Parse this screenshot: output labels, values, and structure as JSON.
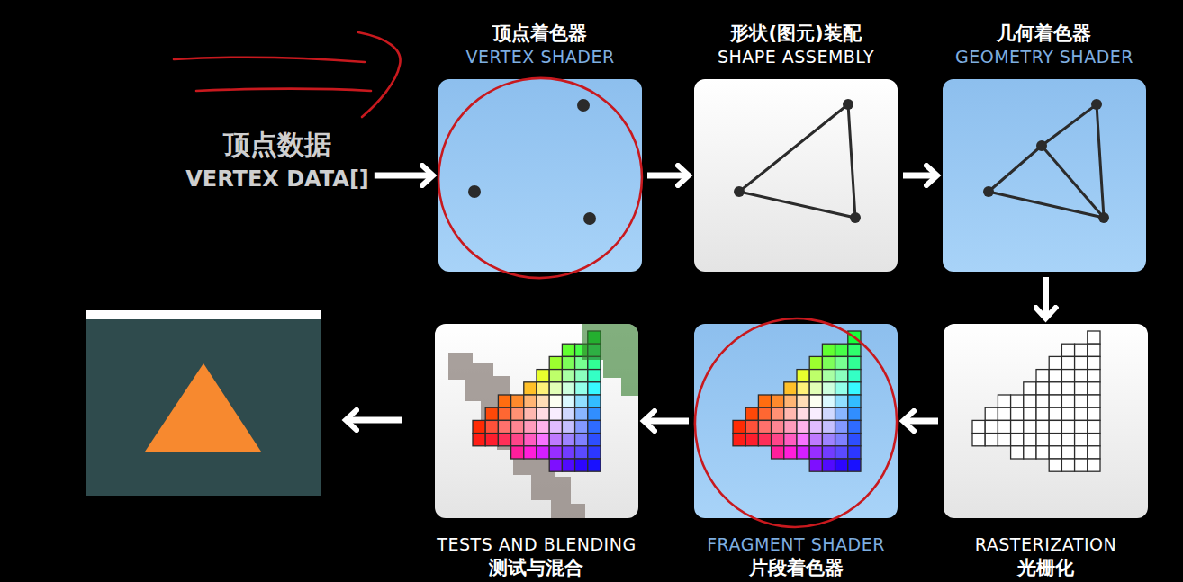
{
  "diagram": {
    "nodes": [
      {
        "text": [
          "顶点数据",
          "VERTEX DATA[]"
        ]
      },
      {
        "text": [
          "顶点着色器",
          "VERTEX SHADER"
        ]
      },
      {
        "text": [
          "形状(图元)装配",
          "SHAPE ASSEMBLY"
        ]
      },
      {
        "text": [
          "几何着色器",
          "GEOMETRY SHADER"
        ]
      },
      {
        "text": [
          "RASTERIZATION",
          "光栅化"
        ]
      },
      {
        "text": [
          "FRAGMENT SHADER",
          "片段着色器"
        ]
      },
      {
        "text": [
          "TESTS AND BLENDING",
          "测试与混合"
        ]
      }
    ],
    "edges": [
      {
        "from": 0,
        "to": 1,
        "arrow": "to"
      },
      {
        "from": 1,
        "to": 2,
        "arrow": "to"
      },
      {
        "from": 2,
        "to": 3,
        "arrow": "to"
      },
      {
        "from": 3,
        "to": 4,
        "arrow": "to"
      },
      {
        "from": 4,
        "to": 5,
        "arrow": "to"
      },
      {
        "from": 5,
        "to": 6,
        "arrow": "to"
      }
    ]
  }
}
